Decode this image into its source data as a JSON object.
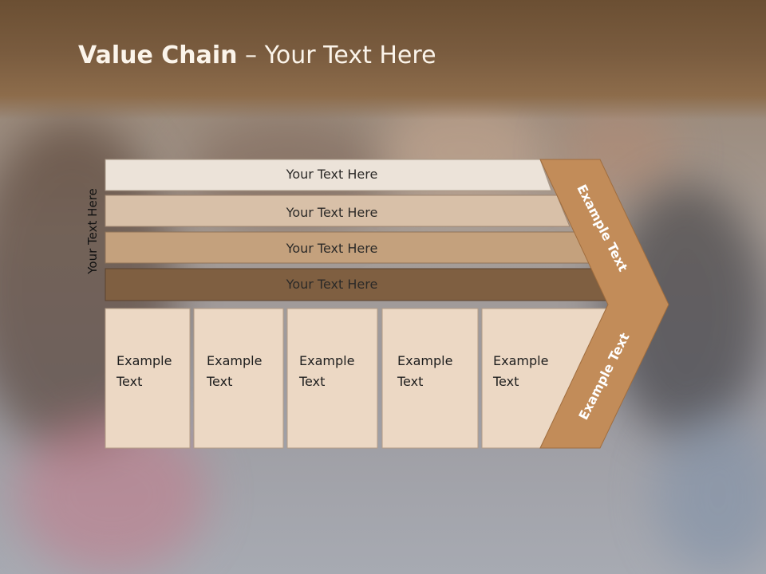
{
  "title": {
    "bold": "Value Chain",
    "rest": " – Your Text Here"
  },
  "side_label": "Your Text Here",
  "bars": [
    {
      "label": "Your Text Here",
      "color": "#ece3d9"
    },
    {
      "label": "Your Text Here",
      "color": "#d8c0a8"
    },
    {
      "label": "Your Text Here",
      "color": "#c4a17d"
    },
    {
      "label": "Your Text Here",
      "color": "#7f5f41"
    }
  ],
  "cells": [
    {
      "line1": "Example",
      "line2": "Text"
    },
    {
      "line1": "Example",
      "line2": "Text"
    },
    {
      "line1": "Example",
      "line2": "Text"
    },
    {
      "line1": "Example",
      "line2": "Text"
    },
    {
      "line1": "Example",
      "line2": "Text"
    }
  ],
  "chevron": {
    "upper": "Example Text",
    "lower": "Example Text",
    "color": "#c28c59"
  },
  "colors": {
    "cell_fill": "#ecd8c4",
    "header": "#745539",
    "title_text": "#fbf4ea"
  }
}
